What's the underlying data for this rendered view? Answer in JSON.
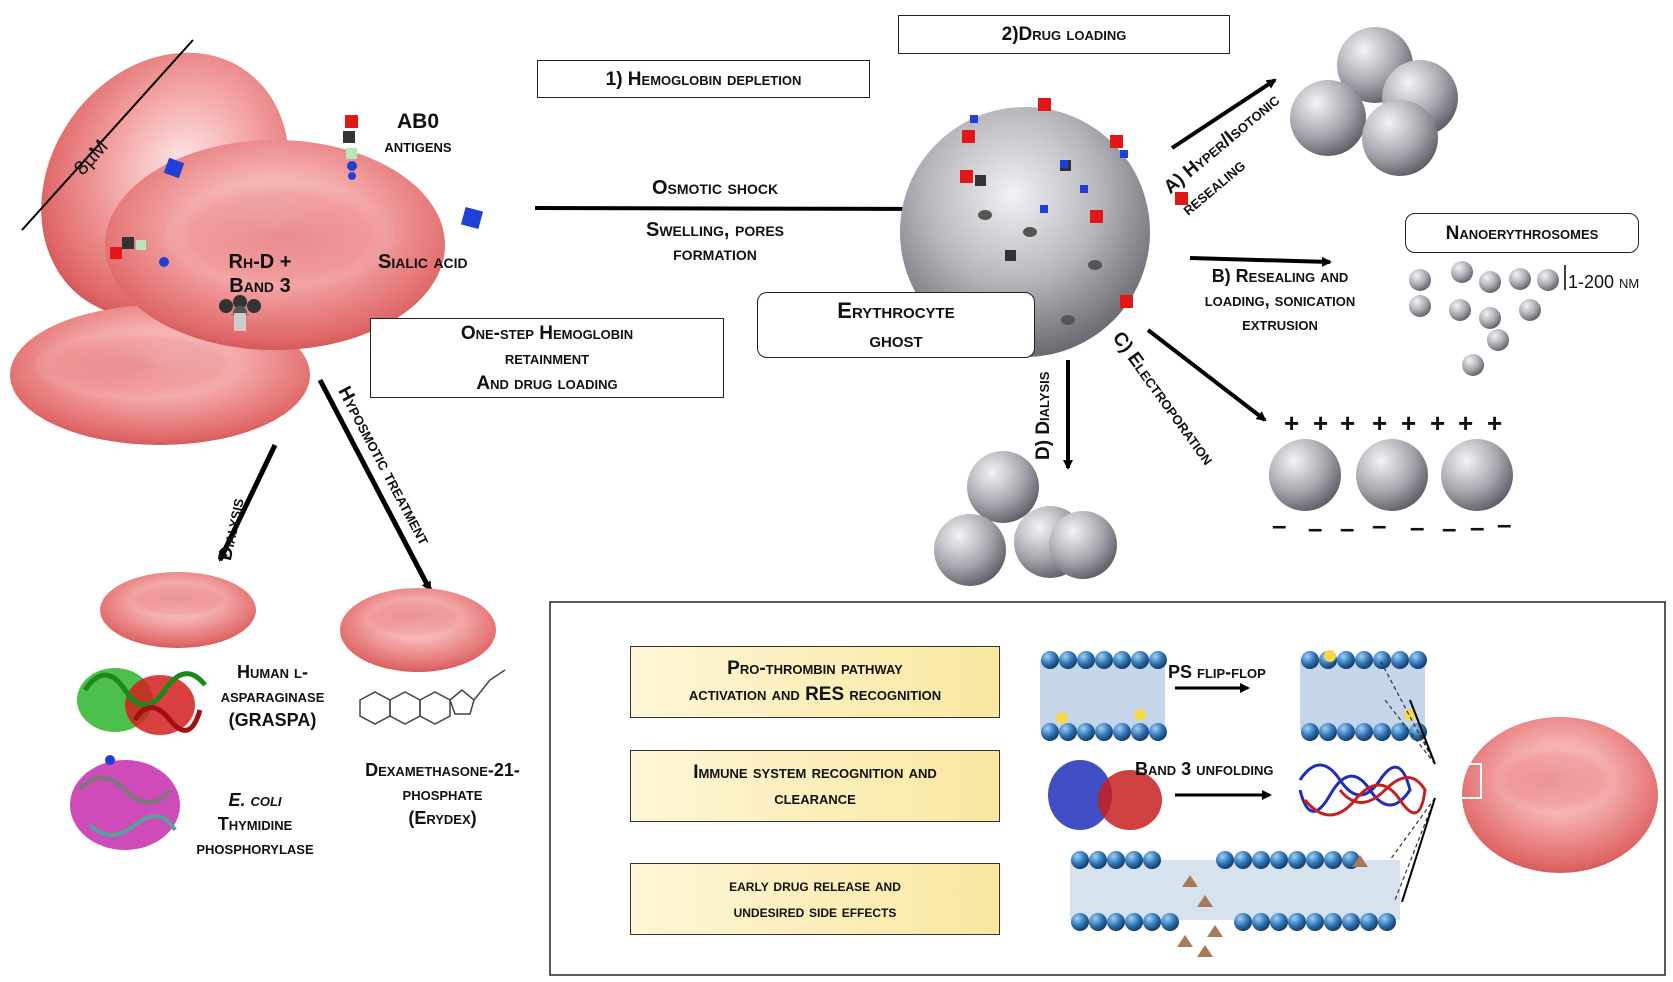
{
  "labels": {
    "size_8um": "8µM",
    "ab0": "AB0",
    "antigens": "antigens",
    "rhd_band3": "Rh-D +\nBand 3",
    "sialic_acid": "Sialic acid",
    "one_step": "One-step Hemoglobin\nretainment\nAnd drug loading",
    "hemoglobin_depletion": "1) Hemoglobin depletion",
    "drug_loading": "2)Drug loading",
    "osmotic_shock": "Osmotic shock",
    "swelling": "Swelling, pores\nformation",
    "erythrocyte_ghost": "Erythrocyte\nghost",
    "hyper_isotonic": "A) Hyper/Isotonic\nresealing",
    "resealing_loading": "B) Resealing and\nloading, sonication\nextrusion",
    "nanoerythrosomes": "Nanoerythrosomes",
    "size_nm": "1-200 nm",
    "electroporation": "C) Electroporation",
    "dialysis_d": "D) Dialysis",
    "dialysis": "Dialysis",
    "hyposmotic": "Hyposmotic treatment",
    "human_asparaginase": "Human l-\nasparaginase\n(GRASPA)",
    "ecoli": "E. coli",
    "thymidine": "Thymidine\nphosphorylase",
    "dexamethasone": "Dexamethasone-21-\nphosphate\n(Erydex)",
    "pro_thrombin": "Pro-thrombin pathway\nactivation and RES recognition",
    "immune": "Immune system recognition and\nclearance",
    "early_release": "early drug release and\nundesired side effects",
    "ps_flip": "PS flip-flop",
    "band3_unfolding": "Band 3 unfolding",
    "plus": "+",
    "minus": "–"
  },
  "colors": {
    "rbc_light": "#f6b5b5",
    "rbc_mid": "#e57373",
    "rbc_dark": "#c0393b",
    "ghost_grey": "#8e8e94",
    "ghost_light": "#e4e4e8",
    "membrane_blue": "#2f6aa8",
    "panel_yellow": "#f9e7a0",
    "asparaginase_green": "#2bb52b",
    "asparaginase_red": "#d31f1f",
    "tp_magenta": "#c21ea8"
  }
}
